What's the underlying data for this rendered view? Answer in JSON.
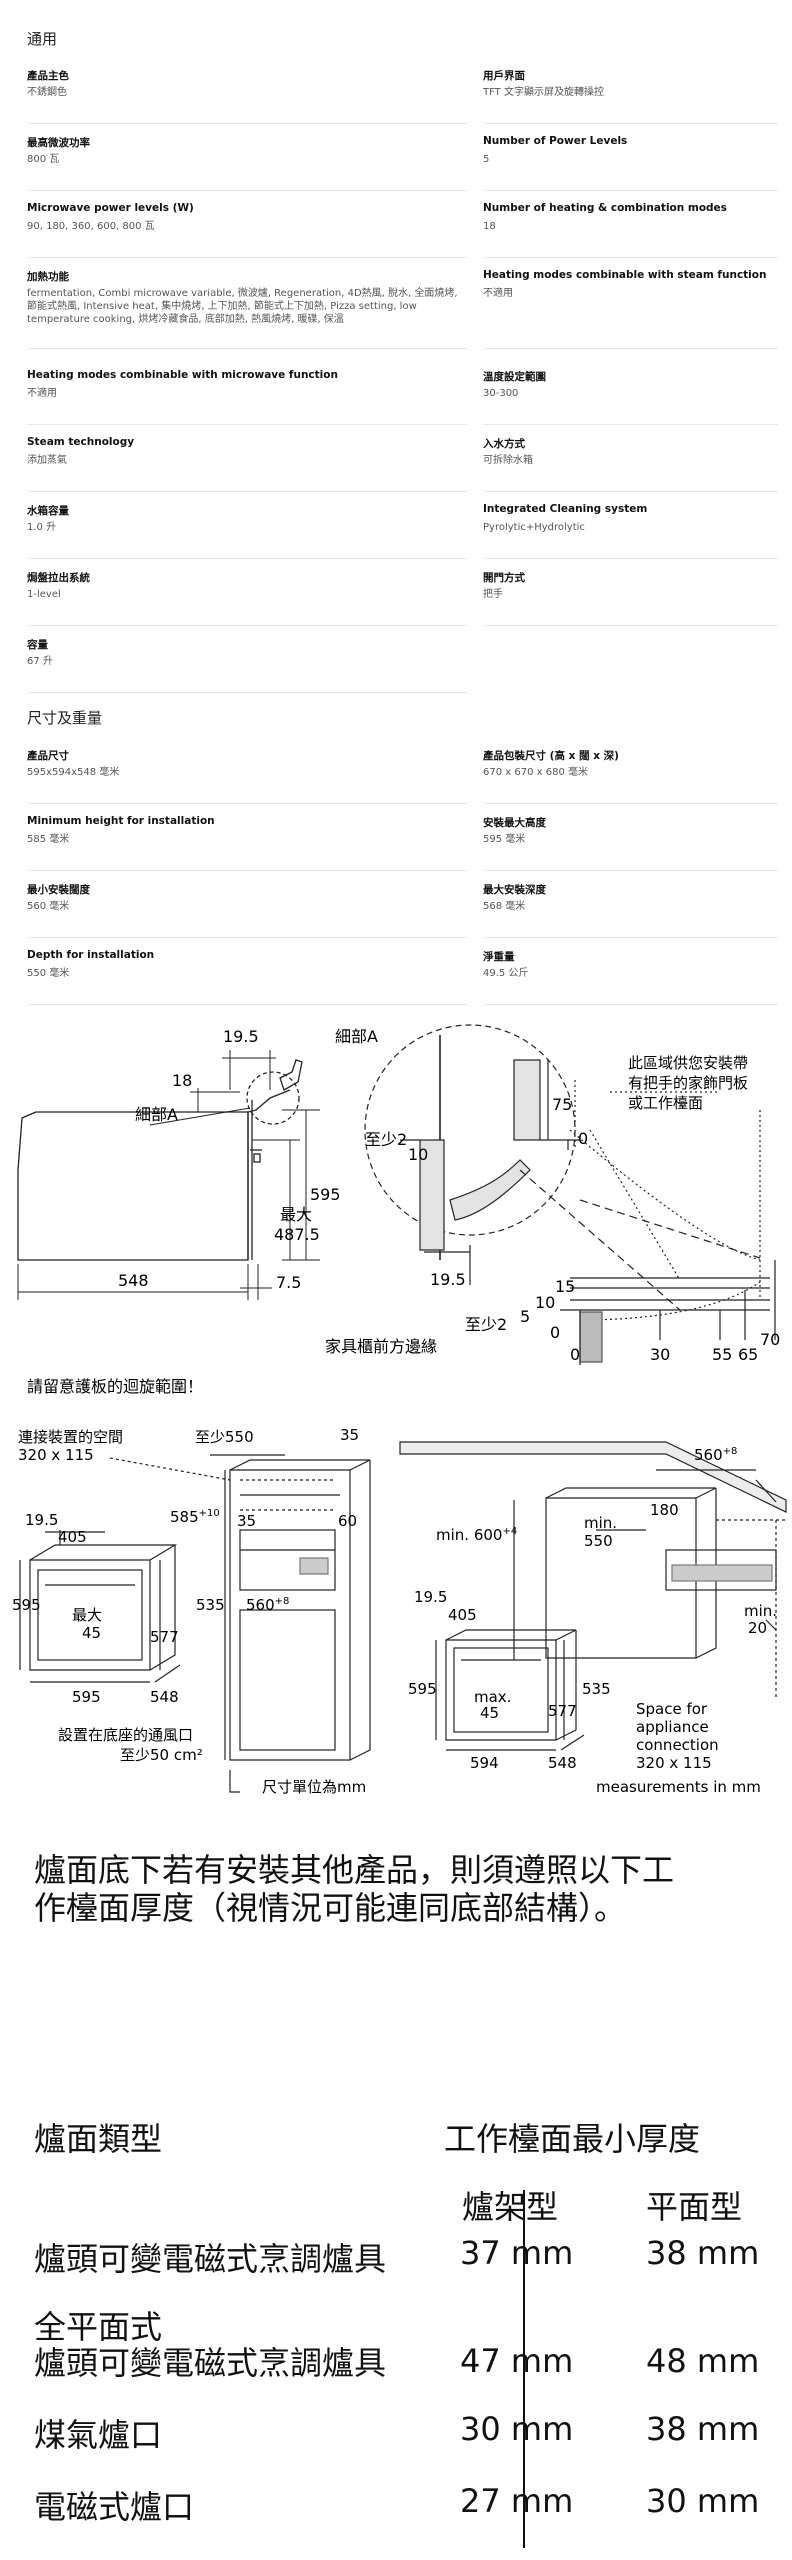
{
  "general": {
    "title": "通用",
    "items": [
      {
        "label": "產品主色",
        "value": "不銹鋼色"
      },
      {
        "label": "用戶界面",
        "value": "TFT 文字顯示屏及旋轉操控"
      },
      {
        "label": "最高微波功率",
        "value": "800 瓦"
      },
      {
        "label": "Number of Power Levels",
        "value": "5"
      },
      {
        "label": "Microwave power levels (W)",
        "value": "90, 180, 360, 600, 800 瓦"
      },
      {
        "label": "Number of heating & combination modes",
        "value": "18"
      },
      {
        "label": "加熱功能",
        "value": "fermentation, Combi microwave variable, 微波爐, Regeneration, 4D熱風, 脫水, 全面燒烤, 節能式熱風, Intensive heat, 集中燒烤, 上下加熱, 節能式上下加熱, Pizza setting, low temperature cooking, 烘烤冷藏食品, 底部加熱, 熱風燒烤, 暖碟, 保溫"
      },
      {
        "label": "Heating modes combinable with steam function",
        "value": "不適用"
      },
      {
        "label": "Heating modes combinable with microwave function",
        "value": "不適用"
      },
      {
        "label": "溫度設定範圍",
        "value": "30-300"
      },
      {
        "label": "Steam technology",
        "value": "添加蒸氣"
      },
      {
        "label": "入水方式",
        "value": "可拆除水箱"
      },
      {
        "label": "水箱容量",
        "value": "1.0 升"
      },
      {
        "label": "Integrated Cleaning system",
        "value": "Pyrolytic+Hydrolytic"
      },
      {
        "label": "焗盤拉出系統",
        "value": "1-level"
      },
      {
        "label": "開門方式",
        "value": "把手"
      },
      {
        "label": "容量",
        "value": "67 升"
      }
    ]
  },
  "dimensions": {
    "title": "尺寸及重量",
    "items": [
      {
        "label": "產品尺寸",
        "value": "595x594x548 毫米"
      },
      {
        "label": "產品包裝尺寸 (高 x 闊 x 深)",
        "value": "670 x 670 x 680 毫米"
      },
      {
        "label": "Minimum height for installation",
        "value": "585 毫米"
      },
      {
        "label": "安裝最大高度",
        "value": "595 毫米"
      },
      {
        "label": "最小安裝闊度",
        "value": "560 毫米"
      },
      {
        "label": "最大安裝深度",
        "value": "568 毫米"
      },
      {
        "label": "Depth for installation",
        "value": "550 毫米"
      },
      {
        "label": "淨重量",
        "value": "49.5 公斤"
      }
    ]
  },
  "drawing1": {
    "d19_5": "19.5",
    "detail_a_title": "細部A",
    "d18": "18",
    "detail_a_ref": "細部A",
    "d595": "595",
    "max_label": "最大",
    "d487_5": "487.5",
    "d548": "548",
    "d7_5": "7.5",
    "min2_a": "至少2",
    "d10": "10",
    "d75": "75",
    "d0_a": "0",
    "handle_note_1": "此區域供您安裝帶",
    "handle_note_2": "有把手的家飾門板",
    "handle_note_3": "或工作檯面",
    "d19_5b": "19.5",
    "d15": "15",
    "d10b": "10",
    "d5": "5",
    "d0_b": "0",
    "min2_b": "至少2",
    "furniture_edge": "家具櫃前方邊緣",
    "d0_c": "0",
    "d30": "30",
    "d55": "55",
    "d65": "65",
    "d70": "70",
    "caution": "請留意護板的迴旋範圍！"
  },
  "drawing2": {
    "conn_space": "連接裝置的空間",
    "conn_dim": "320 x 115",
    "min550": "至少550",
    "d35a": "35",
    "d19_5": "19.5",
    "d405": "405",
    "d585": "585",
    "d585_sup": "+10",
    "d35b": "35",
    "d60": "60",
    "d595a": "595",
    "d535": "535",
    "d560": "560",
    "d560_sup": "+8",
    "max_label": "最大",
    "d45": "45",
    "d577": "577",
    "d595b": "595",
    "d548": "548",
    "vent_note_1": "設置在底座的通風口",
    "vent_note_2": "至少50 cm²",
    "unit_note": "尺寸單位為mm"
  },
  "drawing3": {
    "d560": "560",
    "d560_sup": "+8",
    "d180": "180",
    "min_600": "min. 600",
    "min_600_sup": "+4",
    "min_550_a": "min.",
    "min_550_b": "550",
    "d19_5": "19.5",
    "d405": "405",
    "min_20_a": "min.",
    "min_20_b": "20",
    "d595": "595",
    "d535": "535",
    "max_a": "max.",
    "max_b": "45",
    "d577": "577",
    "d594": "594",
    "d548": "548",
    "space_1": "Space for",
    "space_2": "appliance",
    "space_3": "connection",
    "space_4": "320 x 115",
    "unit": "measurements in mm"
  },
  "note": {
    "line1": "爐面底下若有安裝其他產品，則須遵照以下工",
    "line2": "作檯面厚度（視情況可能連同底部結構）。"
  },
  "table": {
    "head_left": "爐面類型",
    "head_right": "工作檯面最小厚度",
    "sub_a": "爐架型",
    "sub_b": "平面型",
    "rows": [
      {
        "type": "爐頭可變電磁式烹調爐具",
        "a": "37 mm",
        "b": "38 mm"
      },
      {
        "type_1": "全平面式",
        "type_2": "爐頭可變電磁式烹調爐具",
        "a": "47 mm",
        "b": "48 mm"
      },
      {
        "type": "煤氣爐口",
        "a": "30 mm",
        "b": "38 mm"
      },
      {
        "type": "電磁式爐口",
        "a": "27 mm",
        "b": "30 mm"
      }
    ]
  }
}
